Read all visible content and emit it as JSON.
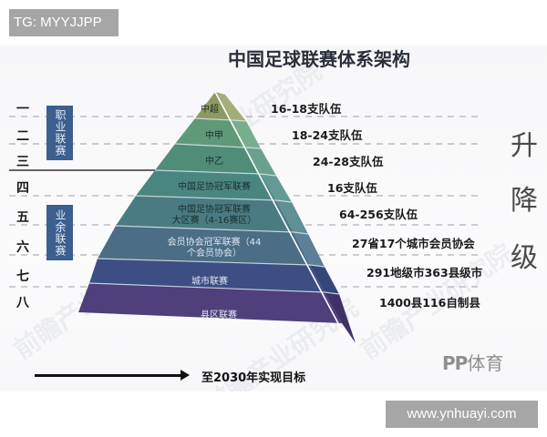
{
  "overlays": {
    "top_left_badge": "TG: MYYJJPP",
    "bottom_right_badge": "www.ynhuayi.com"
  },
  "diagram": {
    "title": "中国足球联赛体系架构",
    "levels": [
      "一",
      "二",
      "三",
      "四",
      "五",
      "六",
      "七",
      "八"
    ],
    "league_groups": [
      {
        "label": "职业联赛",
        "levels": [
          "一",
          "二",
          "三"
        ]
      },
      {
        "label": "业余联赛",
        "levels": [
          "四",
          "五",
          "六",
          "七",
          "八"
        ]
      }
    ],
    "tiers": [
      {
        "level": "一",
        "name": "中超",
        "teams": "16-18支队伍",
        "color": "#8e9a62"
      },
      {
        "level": "二",
        "name": "中甲",
        "teams": "18-24支队伍",
        "color": "#5f9a78"
      },
      {
        "level": "三",
        "name": "中乙",
        "teams": "24-28支队伍",
        "color": "#4f8d79"
      },
      {
        "level": "四",
        "name": "中国足协冠军联赛",
        "teams": "16支队伍",
        "color": "#4a8680"
      },
      {
        "level": "五",
        "name_line1": "中国足协冠军联赛",
        "name_line2": "大区赛（4-16赛区）",
        "teams": "64-256支队伍",
        "color": "#4a7b82"
      },
      {
        "level": "六",
        "name_line1": "会员协会冠军联赛（44",
        "name_line2": "个会员协会）",
        "teams": "27省17个城市会员协会",
        "color": "#4b6d85"
      },
      {
        "level": "七",
        "name": "城市联赛",
        "teams": "291地级市363县级市",
        "color": "#3c4e84"
      },
      {
        "level": "八",
        "name": "县区联赛",
        "teams": "1400县116自制县",
        "color": "#4f3f7a"
      }
    ],
    "side_label": [
      "升",
      "降",
      "级"
    ],
    "goal": "至2030年实现目标",
    "brand": {
      "mark": "PP",
      "text": "体育"
    },
    "watermark": "前瞻产业研究院"
  }
}
